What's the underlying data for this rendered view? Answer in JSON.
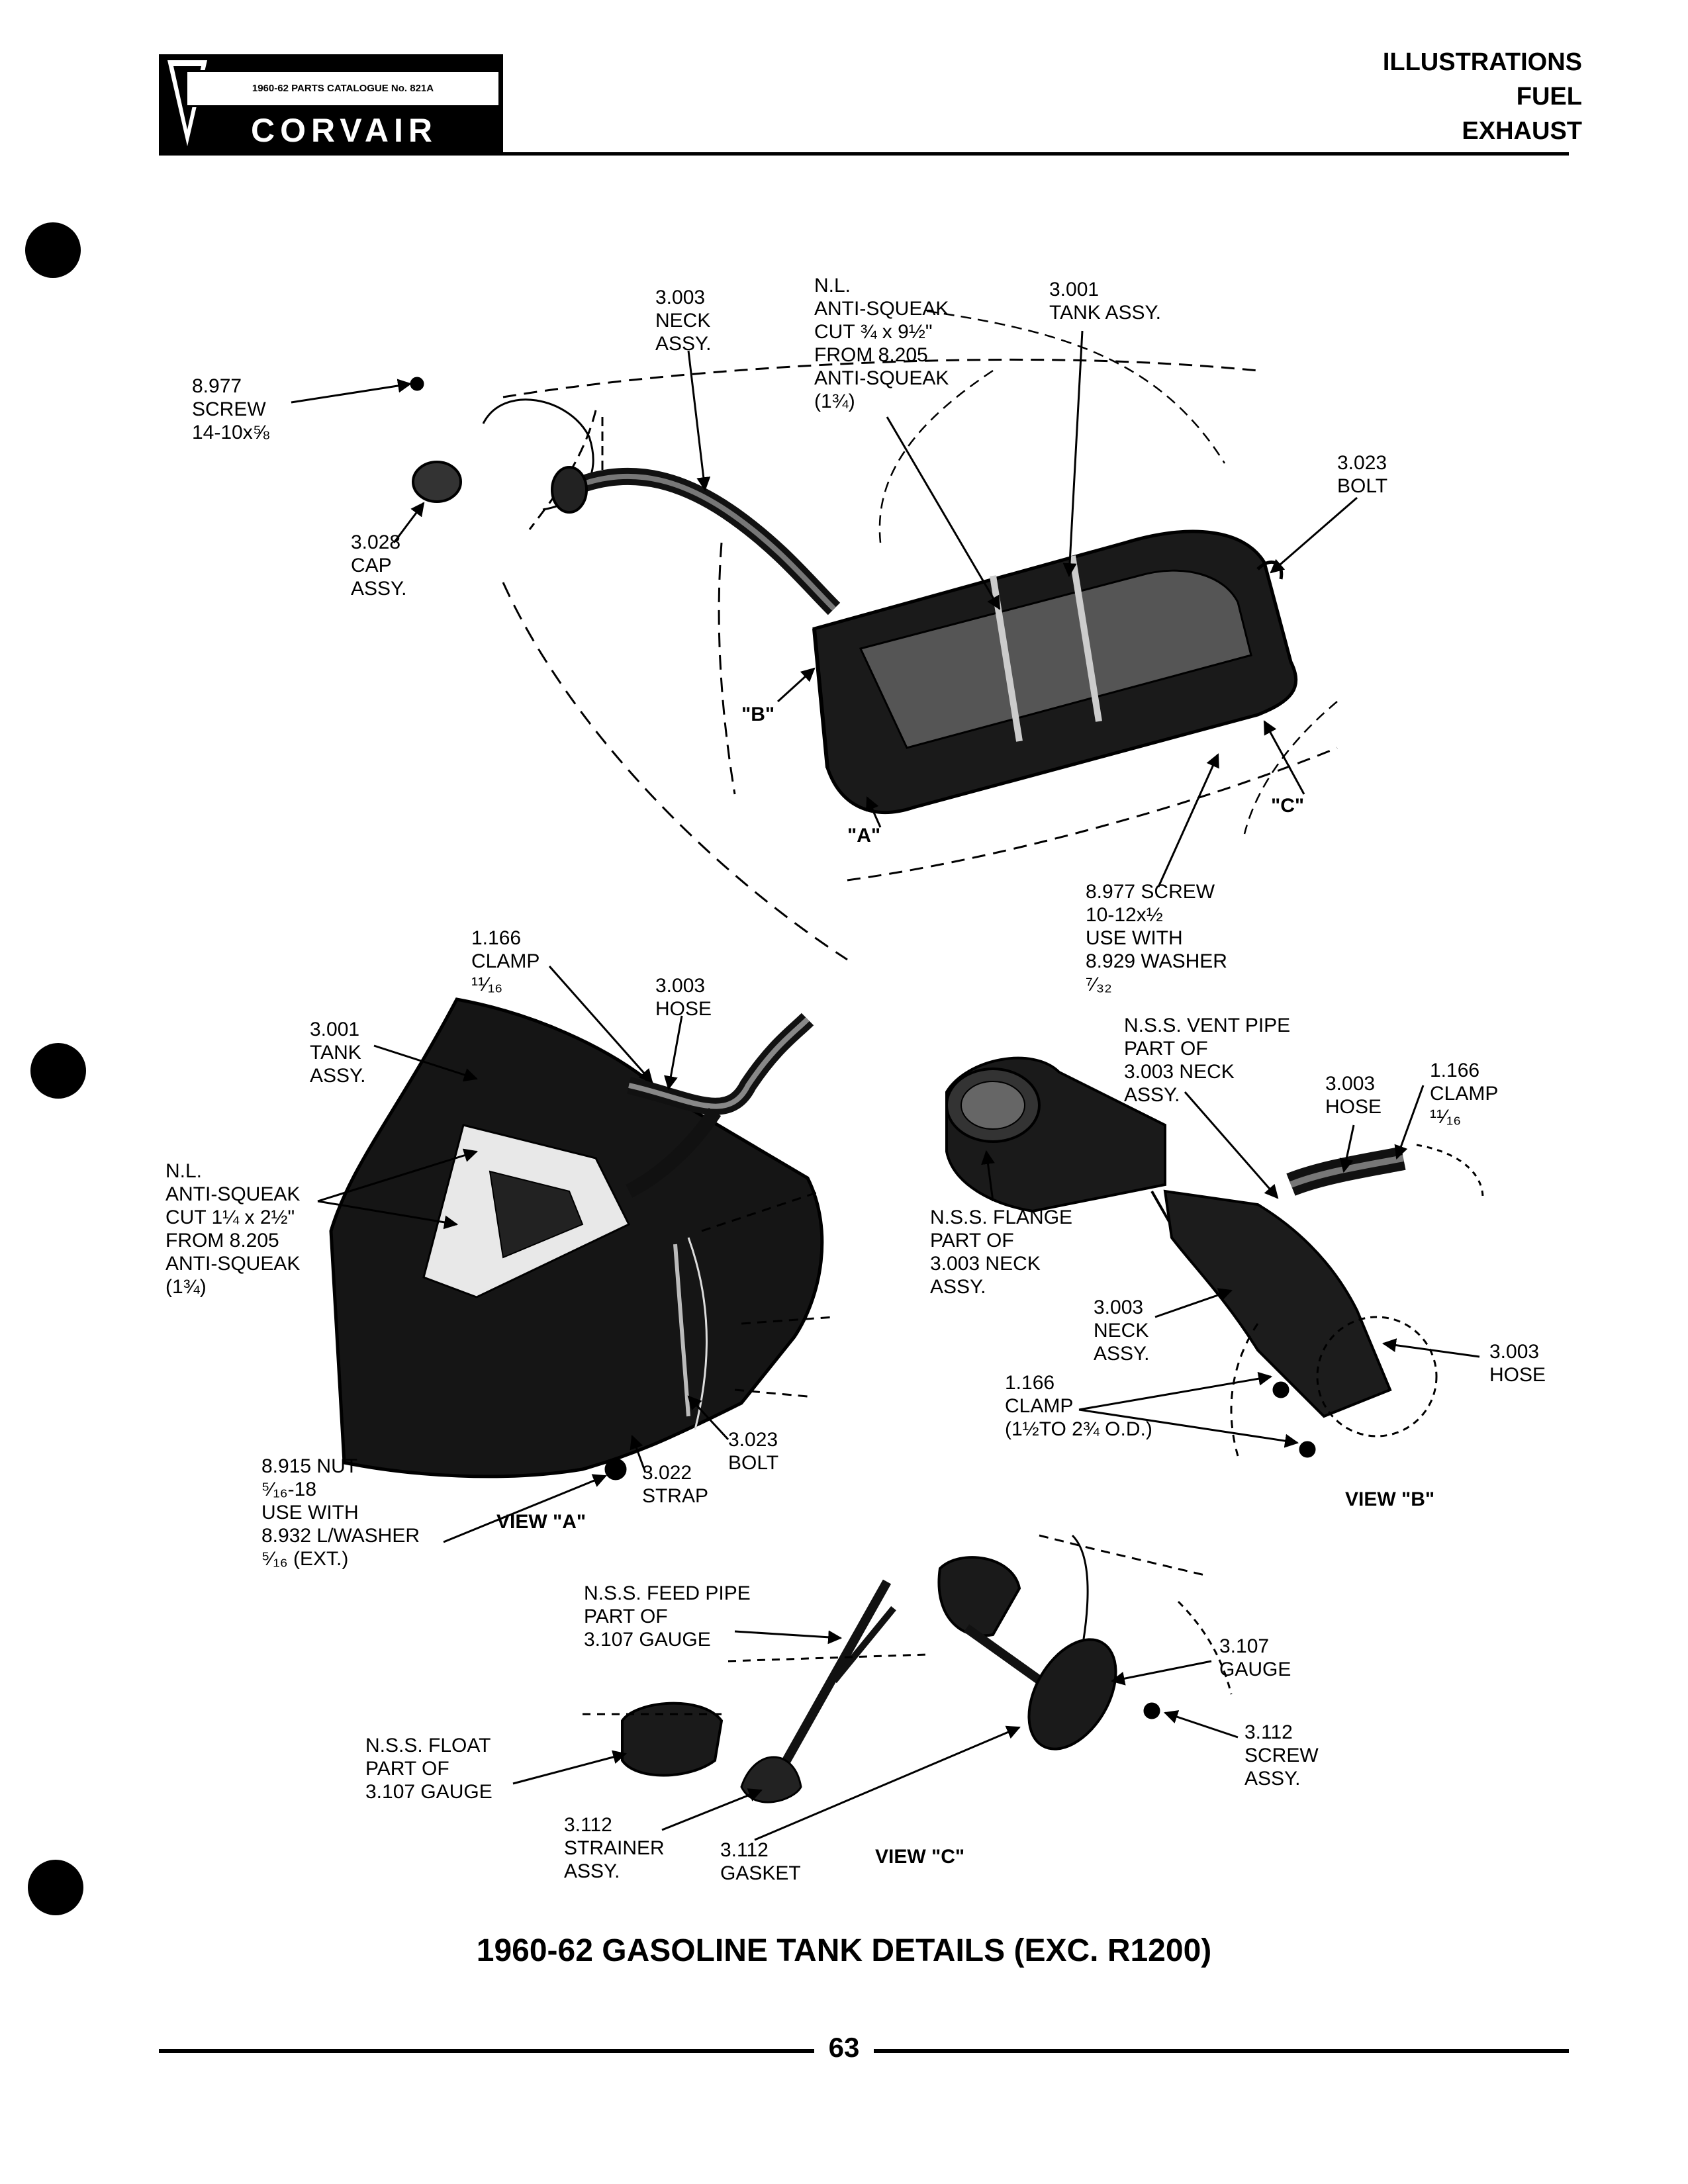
{
  "header": {
    "logo_band_text": "1960-62 PARTS CATALOGUE No. 821A",
    "logo_word": "CORVAIR",
    "sections": [
      "ILLUSTRATIONS",
      "FUEL",
      "EXHAUST"
    ]
  },
  "views": {
    "main": {
      "labels": [
        {
          "id": "neck",
          "text": "3.003\nNECK\nASSY."
        },
        {
          "id": "antisqueak-top",
          "text": "N.L.\nANTI-SQUEAK\nCUT ¾ x 9½\"\nFROM 8.205\nANTI-SQUEAK\n(1¾)"
        },
        {
          "id": "tank-top",
          "text": "3.001\nTANK ASSY."
        },
        {
          "id": "screw-top",
          "text": "8.977\nSCREW\n14-10x⅝"
        },
        {
          "id": "bolt-top",
          "text": "3.023\nBOLT"
        },
        {
          "id": "cap",
          "text": "3.028\nCAP\nASSY."
        },
        {
          "id": "ref-b",
          "text": "\"B\""
        },
        {
          "id": "ref-a",
          "text": "\"A\""
        },
        {
          "id": "ref-c",
          "text": "\"C\""
        },
        {
          "id": "screw-bottom",
          "text": "8.977 SCREW\n10-12x½\nUSE WITH\n8.929 WASHER\n⁷⁄₃₂"
        }
      ]
    },
    "view_a": {
      "title": "VIEW \"A\"",
      "labels": [
        {
          "id": "clamp-a",
          "text": "1.166\nCLAMP\n¹¹⁄₁₆"
        },
        {
          "id": "hose-a",
          "text": "3.003\nHOSE"
        },
        {
          "id": "tank-a",
          "text": "3.001\nTANK\nASSY."
        },
        {
          "id": "antisqueak-a",
          "text": "N.L.\nANTI-SQUEAK\nCUT 1¼ x 2½\"\nFROM 8.205\nANTI-SQUEAK\n(1¾)"
        },
        {
          "id": "bolt-a",
          "text": "3.023\nBOLT"
        },
        {
          "id": "strap-a",
          "text": "3.022\nSTRAP"
        },
        {
          "id": "nut-a",
          "text": "8.915 NUT\n⁵⁄₁₆-18\nUSE WITH\n8.932 L/WASHER\n⁵⁄₁₆ (EXT.)"
        }
      ]
    },
    "view_b": {
      "title": "VIEW \"B\"",
      "labels": [
        {
          "id": "vent",
          "text": "N.S.S. VENT PIPE\nPART OF\n3.003 NECK\nASSY."
        },
        {
          "id": "hose-b1",
          "text": "3.003\nHOSE"
        },
        {
          "id": "clamp-b1",
          "text": "1.166\nCLAMP\n¹¹⁄₁₆"
        },
        {
          "id": "flange",
          "text": "N.S.S. FLANGE\nPART OF\n3.003 NECK\nASSY."
        },
        {
          "id": "neck-b",
          "text": "3.003\nNECK\nASSY."
        },
        {
          "id": "hose-b2",
          "text": "3.003\nHOSE"
        },
        {
          "id": "clamp-b2",
          "text": "1.166\nCLAMP\n(1½TO 2¾ O.D.)"
        }
      ]
    },
    "view_c": {
      "title": "VIEW \"C\"",
      "labels": [
        {
          "id": "feed",
          "text": "N.S.S. FEED PIPE\nPART OF\n3.107 GAUGE"
        },
        {
          "id": "gauge",
          "text": "3.107\nGAUGE"
        },
        {
          "id": "screw-c",
          "text": "3.112\nSCREW\nASSY."
        },
        {
          "id": "float",
          "text": "N.S.S. FLOAT\nPART OF\n3.107 GAUGE"
        },
        {
          "id": "strainer",
          "text": "3.112\nSTRAINER\nASSY."
        },
        {
          "id": "gasket",
          "text": "3.112\nGASKET"
        }
      ]
    }
  },
  "caption": "1960-62 GASOLINE TANK DETAILS (EXC. R1200)",
  "page_number": "63"
}
